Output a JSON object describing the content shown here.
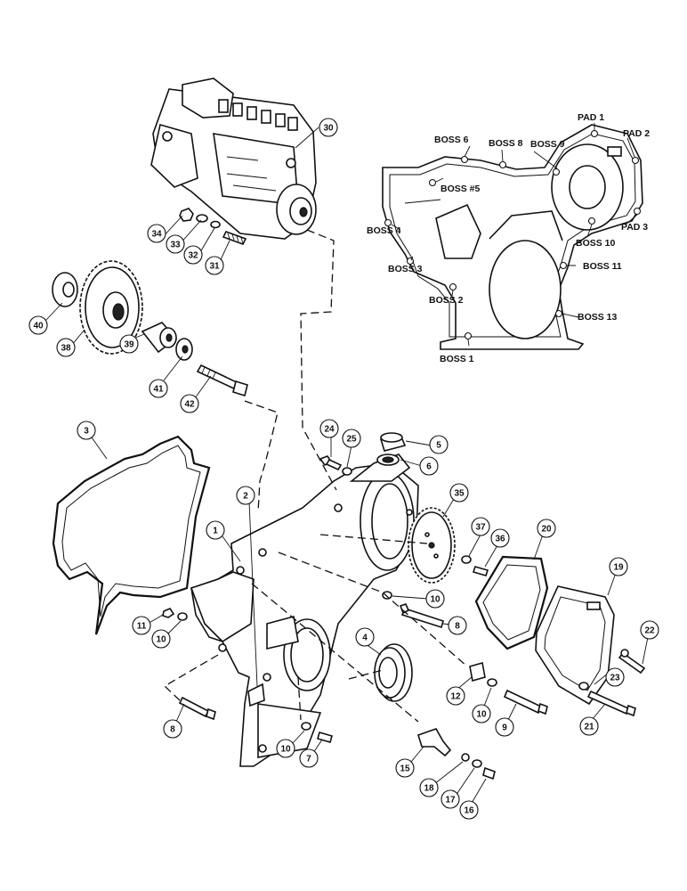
{
  "callouts": [
    {
      "id": "c30",
      "n": "30"
    },
    {
      "id": "c34",
      "n": "34"
    },
    {
      "id": "c33",
      "n": "33"
    },
    {
      "id": "c32",
      "n": "32"
    },
    {
      "id": "c31",
      "n": "31"
    },
    {
      "id": "c40",
      "n": "40"
    },
    {
      "id": "c38",
      "n": "38"
    },
    {
      "id": "c39",
      "n": "39"
    },
    {
      "id": "c41",
      "n": "41"
    },
    {
      "id": "c42",
      "n": "42"
    },
    {
      "id": "c3",
      "n": "3"
    },
    {
      "id": "c24",
      "n": "24"
    },
    {
      "id": "c25",
      "n": "25"
    },
    {
      "id": "c5",
      "n": "5"
    },
    {
      "id": "c6",
      "n": "6"
    },
    {
      "id": "c2",
      "n": "2"
    },
    {
      "id": "c35",
      "n": "35"
    },
    {
      "id": "c1",
      "n": "1"
    },
    {
      "id": "c37",
      "n": "37"
    },
    {
      "id": "c36",
      "n": "36"
    },
    {
      "id": "c20",
      "n": "20"
    },
    {
      "id": "c19",
      "n": "19"
    },
    {
      "id": "c10a",
      "n": "10"
    },
    {
      "id": "c8a",
      "n": "8"
    },
    {
      "id": "c11",
      "n": "11"
    },
    {
      "id": "c10b",
      "n": "10"
    },
    {
      "id": "c4",
      "n": "4"
    },
    {
      "id": "c22",
      "n": "22"
    },
    {
      "id": "c23",
      "n": "23"
    },
    {
      "id": "c12",
      "n": "12"
    },
    {
      "id": "c10c",
      "n": "10"
    },
    {
      "id": "c9",
      "n": "9"
    },
    {
      "id": "c21",
      "n": "21"
    },
    {
      "id": "c8b",
      "n": "8"
    },
    {
      "id": "c10d",
      "n": "10"
    },
    {
      "id": "c7",
      "n": "7"
    },
    {
      "id": "c15",
      "n": "15"
    },
    {
      "id": "c18",
      "n": "18"
    },
    {
      "id": "c17",
      "n": "17"
    },
    {
      "id": "c16",
      "n": "16"
    }
  ],
  "boss_labels": {
    "boss6": "BOSS 6",
    "boss8": "BOSS 8",
    "boss9": "BOSS 9",
    "pad1": "PAD 1",
    "pad2": "PAD 2",
    "boss5": "BOSS #5",
    "boss4": "BOSS 4",
    "pad3": "PAD 3",
    "boss10": "BOSS 10",
    "boss3": "BOSS 3",
    "boss11": "BOSS 11",
    "boss2": "BOSS 2",
    "boss13": "BOSS 13",
    "boss1": "BOSS 1"
  }
}
